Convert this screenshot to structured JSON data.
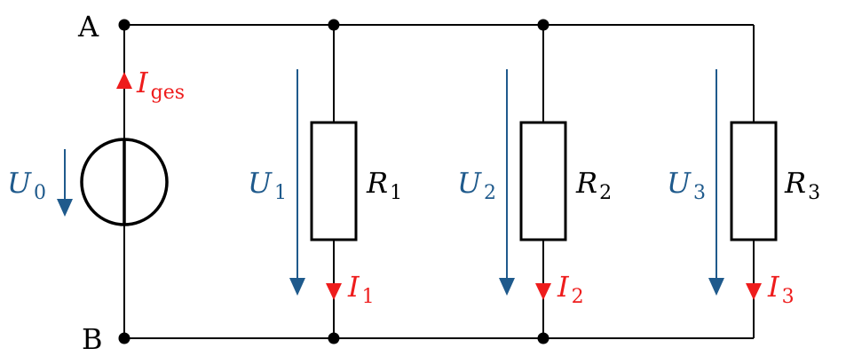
{
  "colors": {
    "wire": "#000000",
    "voltage": "#1f5a8c",
    "current": "#ee1c1c"
  },
  "nodes": {
    "top": "A",
    "bottom": "B"
  },
  "source": {
    "voltage": {
      "symbol": "U",
      "index": "0"
    },
    "current": {
      "symbol": "I",
      "index": "ges"
    }
  },
  "branches": [
    {
      "resistor": {
        "symbol": "R",
        "index": "1"
      },
      "voltage": {
        "symbol": "U",
        "index": "1"
      },
      "current": {
        "symbol": "I",
        "index": "1"
      }
    },
    {
      "resistor": {
        "symbol": "R",
        "index": "2"
      },
      "voltage": {
        "symbol": "U",
        "index": "2"
      },
      "current": {
        "symbol": "I",
        "index": "2"
      }
    },
    {
      "resistor": {
        "symbol": "R",
        "index": "3"
      },
      "voltage": {
        "symbol": "U",
        "index": "3"
      },
      "current": {
        "symbol": "I",
        "index": "3"
      }
    }
  ]
}
